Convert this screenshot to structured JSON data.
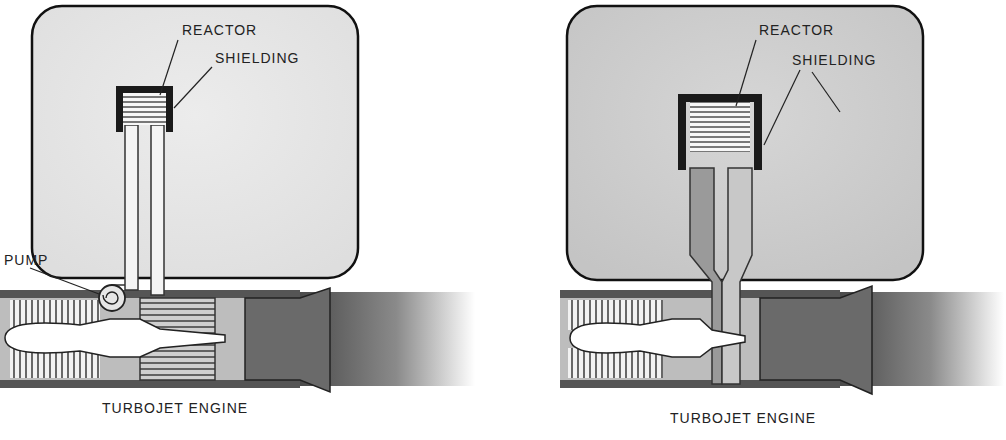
{
  "diagram": {
    "labels": [
      "REACTOR",
      "SHIELDING",
      "PUMP",
      "TURBOJET ENGINE",
      "REACTOR",
      "SHIELDING",
      "TURBOJET ENGINE"
    ]
  }
}
